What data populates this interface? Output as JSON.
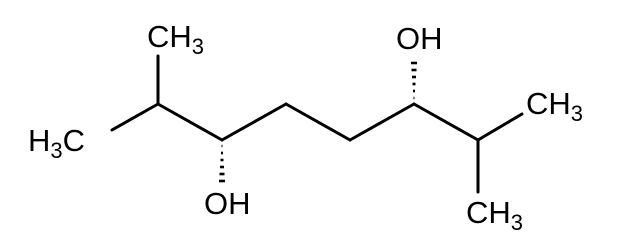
{
  "labels": {
    "methyl_top": {
      "main": "CH",
      "sub": "3"
    },
    "methyl_left": {
      "main_h": "H",
      "sub": "3",
      "main_c": "C"
    },
    "hydroxyl_bottom": "OH",
    "hydroxyl_top": "OH",
    "methyl_right_top": {
      "main": "CH",
      "sub": "3"
    },
    "methyl_right_bottom": {
      "main": "CH",
      "sub": "3"
    }
  }
}
